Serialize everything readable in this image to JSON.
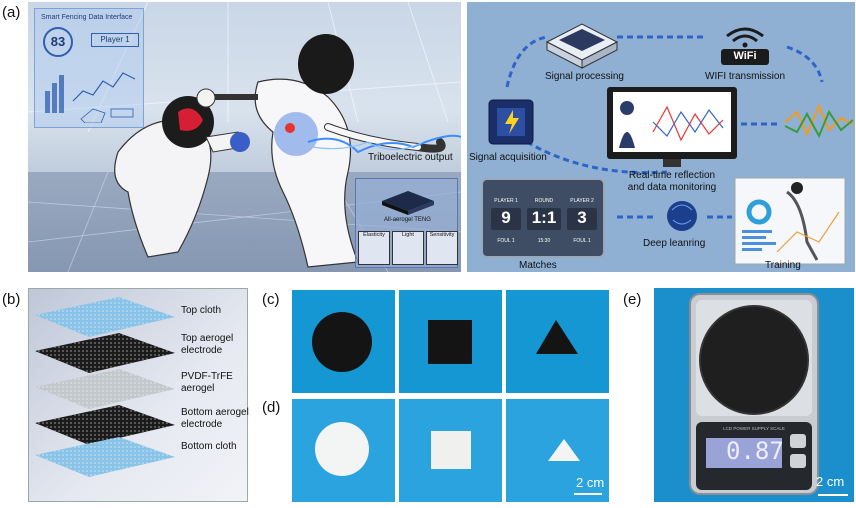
{
  "labels": {
    "a": "(a)",
    "b": "(b)",
    "c": "(c)",
    "d": "(d)",
    "e": "(e)"
  },
  "panel_a": {
    "hud_title": "Smart Fencing Data Interface",
    "hud_score": "83",
    "hud_player": "Player 1",
    "triboelectric": "Triboelectric output",
    "teng_label": "All-aerogel TENG",
    "properties": [
      "Elasticity",
      "Light",
      "Sensitivity"
    ],
    "flow": {
      "signal_processing": "Signal processing",
      "wifi_transmission": "WIFI transmission",
      "wifi_badge": "WiFi",
      "signal_acquisition": "Signal acquisition",
      "realtime": "Real-time reflection",
      "monitoring": "and data monitoring",
      "matches": "Matches",
      "deep_learning": "Deep leanring",
      "training": "Training"
    },
    "scoreboard": {
      "player1": "PLAYER 1",
      "round": "ROUND",
      "player2": "PLAYER 2",
      "score1": "9",
      "round_val": "1:1",
      "score2": "3",
      "foul1": "FOUL 1",
      "time": "15:30",
      "foul2": "FOUL 1"
    }
  },
  "panel_b": {
    "layers": [
      "Top cloth",
      "Top aerogel electrode",
      "PVDF-TrFE aerogel",
      "Bottom aerogel electrode",
      "Bottom cloth"
    ]
  },
  "panel_cd": {
    "scale": "2 cm"
  },
  "panel_e": {
    "reading": "0.87",
    "scale": "2 cm",
    "scale_brand": "LCD POWER SUPPLY SCALE"
  },
  "colors": {
    "tile_blue": "#1597d4",
    "aerogel_black": "#161616",
    "aerogel_white": "#f2f2f2"
  }
}
